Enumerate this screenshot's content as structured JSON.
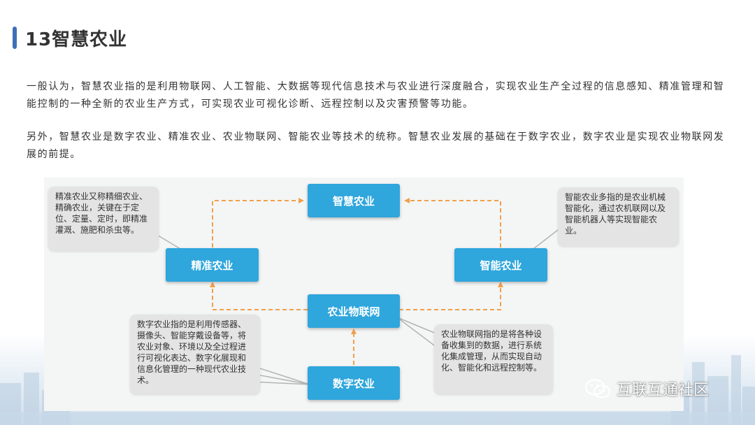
{
  "header": {
    "title": "13智慧农业"
  },
  "intro": {
    "paragraph1": "一般认为，智慧农业指的是利用物联网、人工智能、大数据等现代信息技术与农业进行深度融合，实现农业生产全过程的信息感知、精准管理和智能控制的一种全新的农业生产方式，可实现农业可视化诊断、远程控制以及灾害预警等功能。",
    "paragraph2": "另外，智慧农业是数字农业、精准农业、农业物联网、智能农业等技术的统称。智慧农业发展的基础在于数字农业，数字农业是实现农业物联网发展的前提。"
  },
  "diagram": {
    "nodes": {
      "smart": "智慧农业",
      "precision": "精准农业",
      "intelligent": "智能农业",
      "iot": "农业物联网",
      "digital": "数字农业"
    },
    "notes": {
      "precision": "精准农业又称精细农业、精确农业，关键在于定位、定量、定时，即精准灌溉、施肥和杀虫等。",
      "intelligent": "智能农业多指的是农业机械智能化，通过农机联网以及智能机器人等实现智能农业。",
      "digital": "数字农业指的是利用传感器、摄像头、智能穿戴设备等，将农业对象、环境以及全过程进行可视化表达、数字化展现和信息化管理的一种现代农业技术。",
      "iot": "农业物联网指的是将各种设备收集到的数据，进行系统化集成管理，从而实现自动化、智能化和远程控制等。"
    },
    "colors": {
      "node": "#2fa6dc",
      "arrow": "#f0a04b",
      "note": "#e4e4e4"
    }
  },
  "watermark": {
    "text": "互联互通社区",
    "icon": "wechat-icon"
  }
}
